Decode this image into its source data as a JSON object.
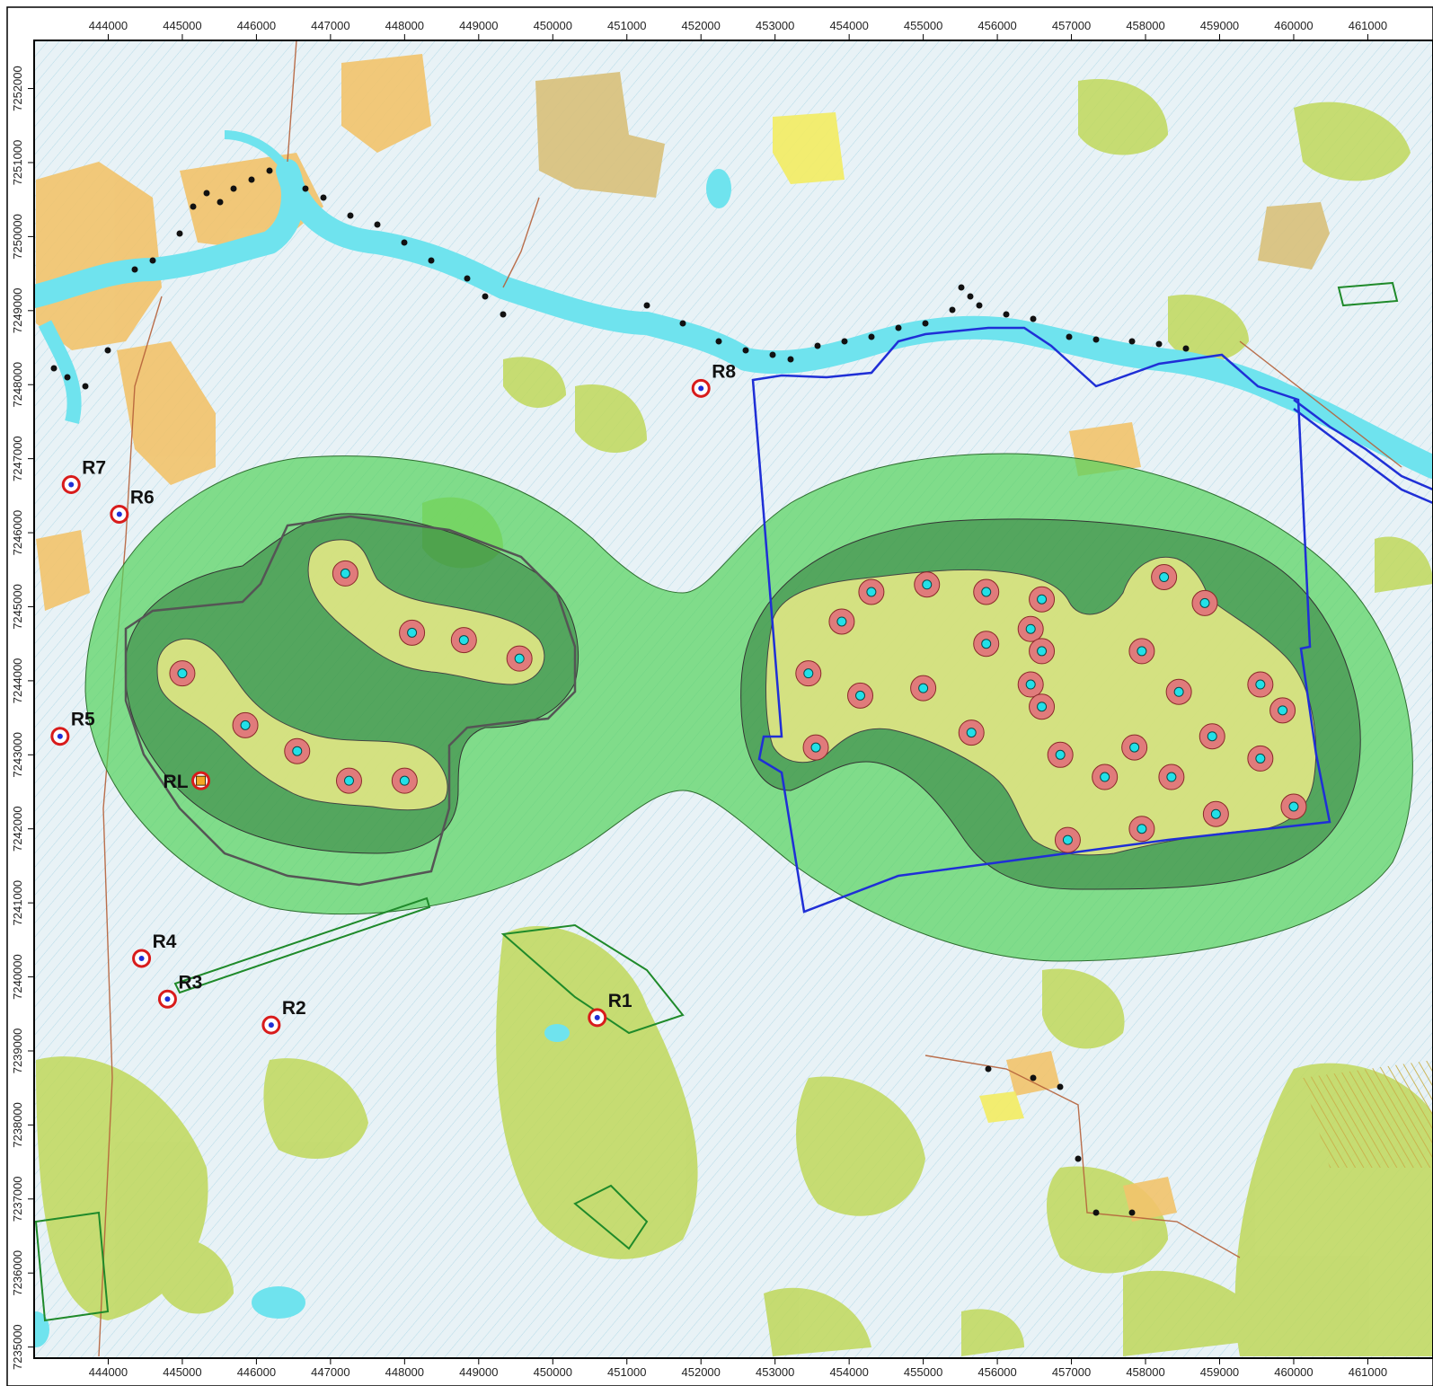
{
  "map": {
    "x_ticks": [
      "444000",
      "445000",
      "446000",
      "447000",
      "448000",
      "449000",
      "450000",
      "451000",
      "452000",
      "453000",
      "454000",
      "455000",
      "456000",
      "457000",
      "458000",
      "459000",
      "460000",
      "461000"
    ],
    "y_ticks": [
      "7252000",
      "7251000",
      "7250000",
      "7249000",
      "7248000",
      "7247000",
      "7246000",
      "7245000",
      "7244000",
      "7243000",
      "7242000",
      "7241000",
      "7240000",
      "7239000",
      "7238000",
      "7237000",
      "7236000",
      "7235000"
    ],
    "x_range": [
      443000,
      461880
    ],
    "y_range": [
      7234850,
      7252650
    ],
    "colors": {
      "background": "#e8f2f6",
      "water": "#6fe3ee",
      "forest": "#bfd85a",
      "field": "#f2c36b",
      "outer_zone": "#57d35f",
      "middle_zone": "#3f8a45",
      "inner_zone": "#f4f08a",
      "boundary": "#1f2fd6",
      "receptor": "#d81b1b",
      "turbine_ring": "#e07b7b",
      "turbine_center": "#22e0e8",
      "buildings": "#111111"
    },
    "receptors": [
      {
        "label": "R1",
        "x": 450600,
        "y": 7239450
      },
      {
        "label": "R2",
        "x": 446200,
        "y": 7239350
      },
      {
        "label": "R3",
        "x": 444800,
        "y": 7239700
      },
      {
        "label": "R4",
        "x": 444450,
        "y": 7240250
      },
      {
        "label": "R5",
        "x": 443350,
        "y": 7243250
      },
      {
        "label": "R6",
        "x": 444150,
        "y": 7246250
      },
      {
        "label": "R7",
        "x": 443500,
        "y": 7246650
      },
      {
        "label": "R8",
        "x": 452000,
        "y": 7247950
      },
      {
        "label": "RL",
        "x": 445250,
        "y": 7242650
      }
    ],
    "turbines": [
      [
        447200,
        7245450
      ],
      [
        448100,
        7244650
      ],
      [
        448800,
        7244550
      ],
      [
        449550,
        7244300
      ],
      [
        445000,
        7244100
      ],
      [
        445850,
        7243400
      ],
      [
        446550,
        7243050
      ],
      [
        447250,
        7242650
      ],
      [
        448000,
        7242650
      ],
      [
        454300,
        7245200
      ],
      [
        455050,
        7245300
      ],
      [
        455850,
        7245200
      ],
      [
        456600,
        7245100
      ],
      [
        458250,
        7245400
      ],
      [
        458800,
        7245050
      ],
      [
        453900,
        7244800
      ],
      [
        455850,
        7244500
      ],
      [
        456450,
        7244700
      ],
      [
        456600,
        7244400
      ],
      [
        457950,
        7244400
      ],
      [
        453450,
        7244100
      ],
      [
        454150,
        7243800
      ],
      [
        455000,
        7243900
      ],
      [
        456450,
        7243950
      ],
      [
        456600,
        7243650
      ],
      [
        458450,
        7243850
      ],
      [
        459550,
        7243950
      ],
      [
        453550,
        7243100
      ],
      [
        455650,
        7243300
      ],
      [
        456850,
        7243000
      ],
      [
        457850,
        7243100
      ],
      [
        458900,
        7243250
      ],
      [
        459850,
        7243600
      ],
      [
        457450,
        7242700
      ],
      [
        458350,
        7242700
      ],
      [
        459550,
        7242950
      ],
      [
        456950,
        7241850
      ],
      [
        457950,
        7242000
      ],
      [
        458950,
        7242200
      ],
      [
        460000,
        7242300
      ]
    ]
  }
}
